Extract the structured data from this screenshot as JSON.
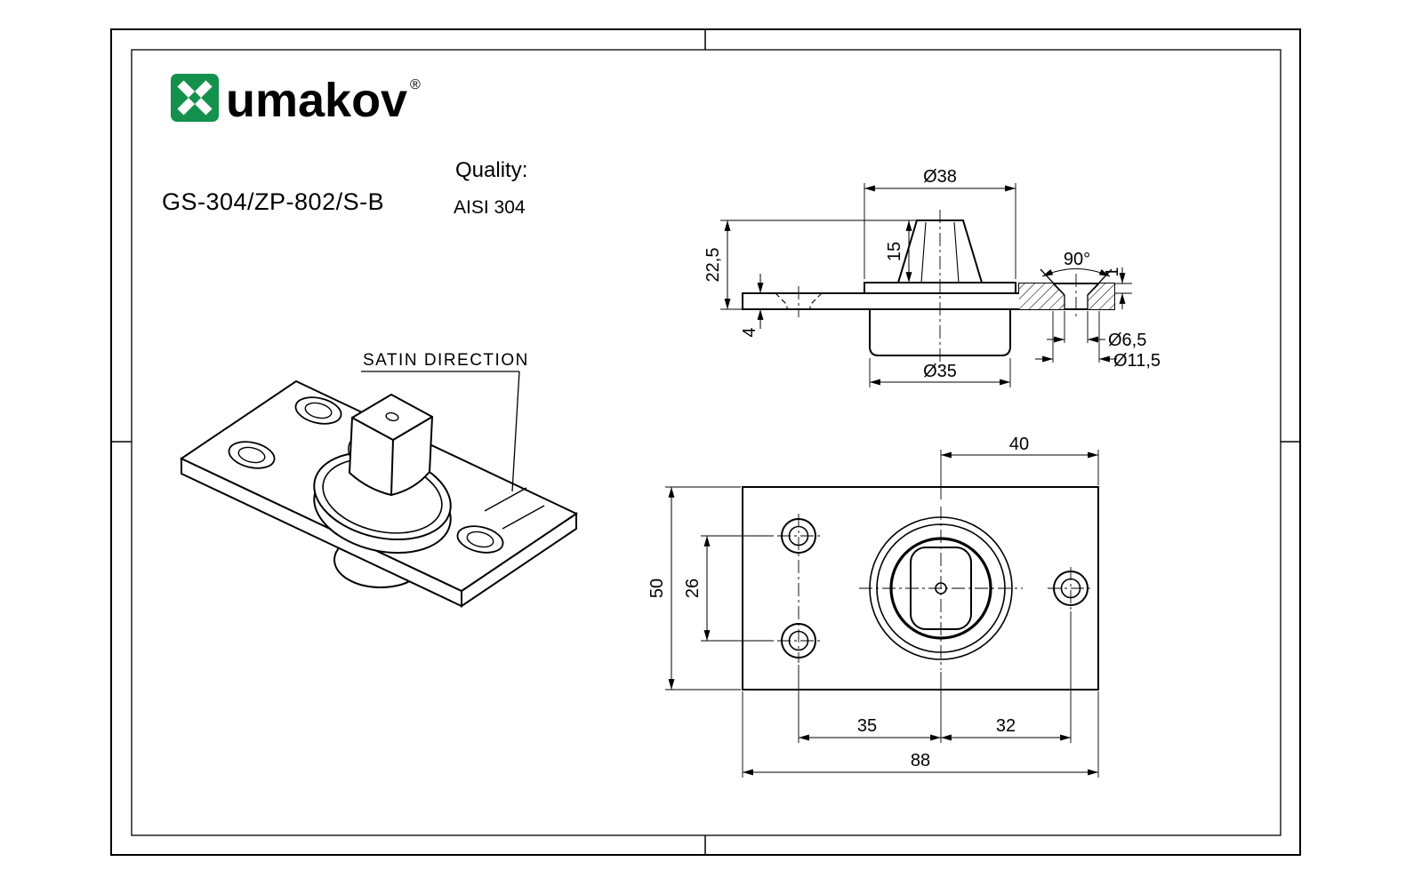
{
  "sheet": {
    "part_number": "GS-304/ZP-802/S-B",
    "quality_label": "Quality:",
    "quality_value": "AISI 304"
  },
  "logo": {
    "brand": "umakov",
    "registered_mark": "®",
    "icon_color": "#14914C",
    "icon_fill": "#14914C",
    "text_color": "#0E6F3E"
  },
  "iso_view": {
    "satin_label": "SATIN DIRECTION"
  },
  "section_view": {
    "dims": {
      "dia38": "Ø38",
      "h15": "15",
      "h22_5": "22,5",
      "t4": "4",
      "angle90": "90°",
      "lip1": "1",
      "dia6_5": "Ø6,5",
      "dia11_5": "Ø11,5",
      "dia35": "Ø35"
    }
  },
  "top_view": {
    "dims": {
      "w40": "40",
      "h50": "50",
      "h26": "26",
      "w35": "35",
      "w32": "32",
      "w88": "88"
    }
  }
}
